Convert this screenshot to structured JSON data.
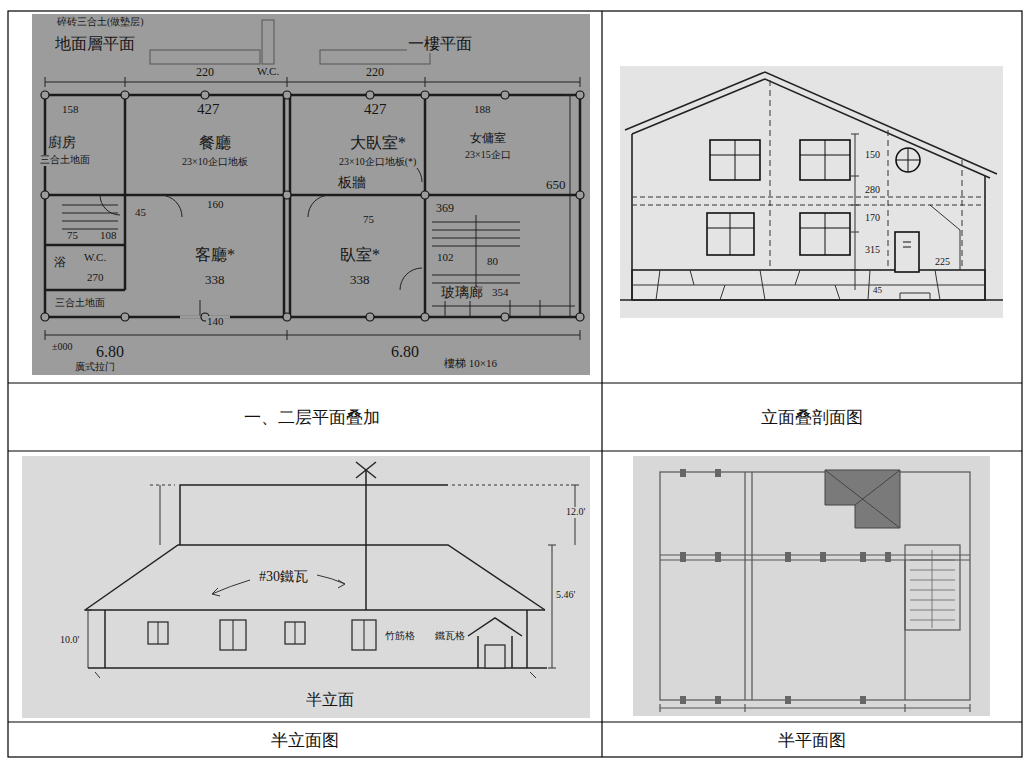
{
  "diagram": {
    "nodes": [
      {
        "text": [
          "一、二层平面叠加"
        ]
      },
      {
        "text": [
          "立面叠剖面图"
        ]
      },
      {
        "text": [
          "半立面图"
        ]
      },
      {
        "text": [
          "半平面图"
        ]
      }
    ],
    "labels": [
      "碎砖三合土(做墊层)",
      "地面層平面",
      "一樓平面",
      "220",
      "W.C.",
      "220",
      "158",
      "427",
      "427",
      "188",
      "廚房",
      "三合土地面",
      "餐廳",
      "23×10企口地板",
      "大臥室*",
      "23×10企口地板(*)",
      "女傭室",
      "23×15企口",
      "650",
      "板牆",
      "160",
      "45",
      "75",
      "108",
      "75",
      "369",
      "客廳*",
      "臥室*",
      "338",
      "338",
      "浴",
      "W.C.",
      "270",
      "102",
      "80",
      "玻璃廊",
      "354",
      "三合土地面",
      "140",
      "±000",
      "6.80",
      "6.80",
      "廣式拉门",
      "樓梯 10×16",
      "150",
      "280",
      "170",
      "315",
      "225",
      "45",
      "#30鐵瓦",
      "竹筋格",
      "鐵瓦格",
      "12.0'",
      "10.0'",
      "5.46'",
      "半立面"
    ]
  }
}
